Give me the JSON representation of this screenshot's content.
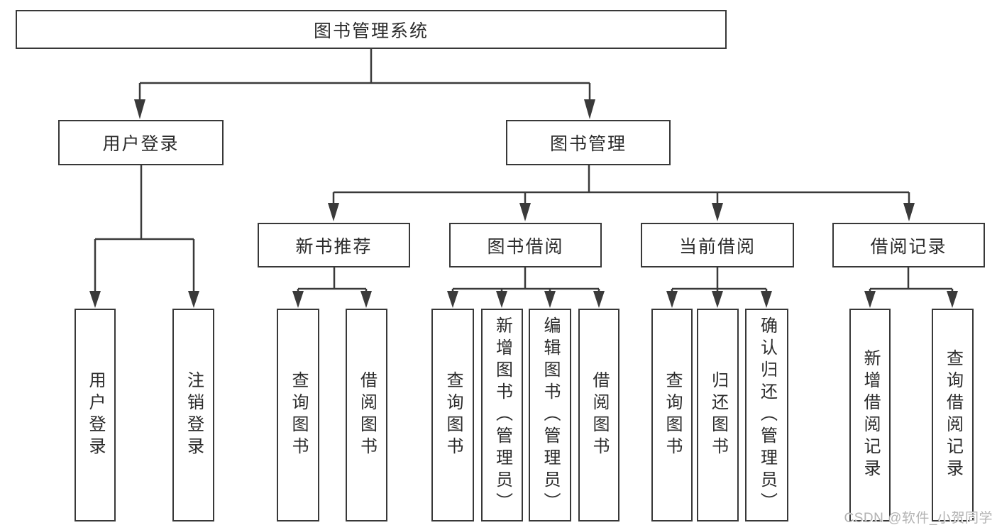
{
  "tree": {
    "root": {
      "label": "图书管理系统"
    },
    "level2": [
      {
        "label": "用户登录"
      },
      {
        "label": "图书管理"
      }
    ],
    "level3": [
      {
        "label": "新书推荐",
        "parent": "图书管理"
      },
      {
        "label": "图书借阅",
        "parent": "图书管理"
      },
      {
        "label": "当前借阅",
        "parent": "图书管理"
      },
      {
        "label": "借阅记录",
        "parent": "图书管理"
      }
    ],
    "leaves": [
      {
        "label": "用户登录",
        "parent": "用户登录"
      },
      {
        "label": "注销登录",
        "parent": "用户登录"
      },
      {
        "label": "查询图书",
        "parent": "新书推荐"
      },
      {
        "label": "借阅图书",
        "parent": "新书推荐"
      },
      {
        "label": "查询图书",
        "parent": "图书借阅"
      },
      {
        "label": "新增图书（管理员）",
        "parent": "图书借阅"
      },
      {
        "label": "编辑图书（管理员）",
        "parent": "图书借阅"
      },
      {
        "label": "借阅图书",
        "parent": "图书借阅"
      },
      {
        "label": "查询图书",
        "parent": "当前借阅"
      },
      {
        "label": "归还图书",
        "parent": "当前借阅"
      },
      {
        "label": "确认归还（管理员）",
        "parent": "当前借阅"
      },
      {
        "label": "新增借阅记录",
        "parent": "借阅记录"
      },
      {
        "label": "查询借阅记录",
        "parent": "借阅记录"
      }
    ]
  },
  "watermark": "CSDN @软件_小贺同学",
  "colors": {
    "line": "#3a3a3a",
    "text": "#2b2b2b",
    "watermark": "#b3b3b3",
    "background": "#ffffff"
  }
}
